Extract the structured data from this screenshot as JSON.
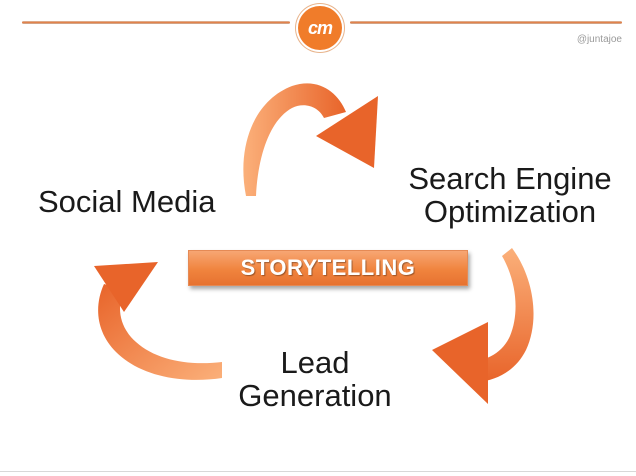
{
  "header": {
    "logo_text": "cm",
    "handle": "@juntajoe"
  },
  "diagram": {
    "center_label": "STORYTELLING",
    "nodes": {
      "social_media": "Social Media",
      "seo_line1": "Search Engine",
      "seo_line2": "Optimization",
      "lead_line1": "Lead",
      "lead_line2": "Generation"
    }
  },
  "colors": {
    "accent_orange": "#f07c2a",
    "arrow_light": "#f9a46a",
    "arrow_dark": "#e8642a",
    "text": "#1a1a1a"
  }
}
